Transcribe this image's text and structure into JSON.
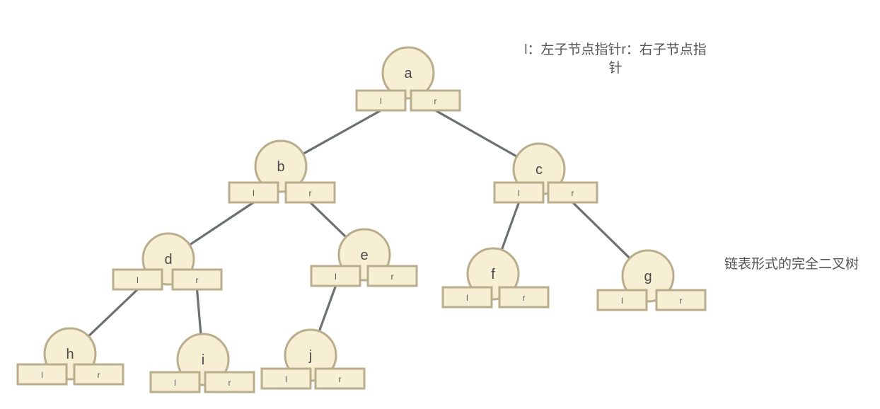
{
  "legend_note": "l：左子节点指针r：右子节点指针",
  "caption": "链表形式的完全二叉树",
  "pointer_labels": {
    "left": "l",
    "right": "r"
  },
  "nodes": [
    "a",
    "b",
    "c",
    "d",
    "e",
    "f",
    "g",
    "h",
    "i",
    "j"
  ],
  "edges": [
    {
      "from": "a",
      "pointer": "l",
      "to": "b"
    },
    {
      "from": "a",
      "pointer": "r",
      "to": "c"
    },
    {
      "from": "b",
      "pointer": "l",
      "to": "d"
    },
    {
      "from": "b",
      "pointer": "r",
      "to": "e"
    },
    {
      "from": "c",
      "pointer": "l",
      "to": "f"
    },
    {
      "from": "c",
      "pointer": "r",
      "to": "g"
    },
    {
      "from": "d",
      "pointer": "l",
      "to": "h"
    },
    {
      "from": "d",
      "pointer": "r",
      "to": "i"
    },
    {
      "from": "e",
      "pointer": "l",
      "to": "j"
    }
  ],
  "colors": {
    "node_fill": "#f6efd3",
    "node_stroke": "#b9ad8c",
    "edge": "#6b716e",
    "text": "#4a4a4a"
  }
}
